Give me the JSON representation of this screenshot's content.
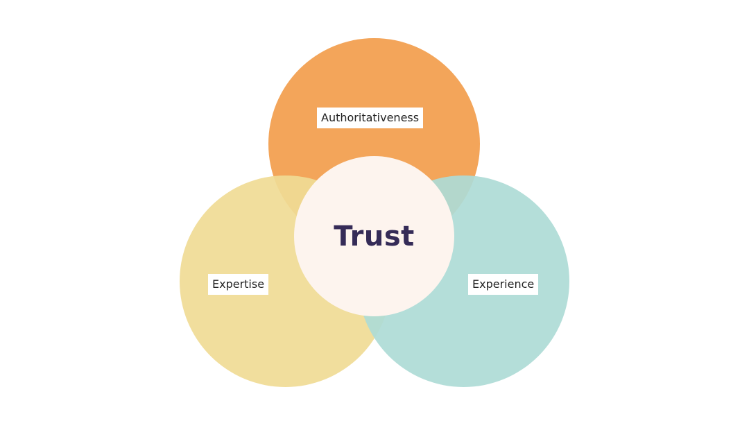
{
  "diagram": {
    "center": {
      "label": "Trust",
      "color": "#fdf4ee",
      "text_color": "#352b57"
    },
    "circles": [
      {
        "id": "top",
        "label": "Authoritativeness",
        "color": "#f29d4c"
      },
      {
        "id": "left",
        "label": "Expertise",
        "color": "#f0db95"
      },
      {
        "id": "right",
        "label": "Experience",
        "color": "#aedbd6"
      }
    ]
  }
}
